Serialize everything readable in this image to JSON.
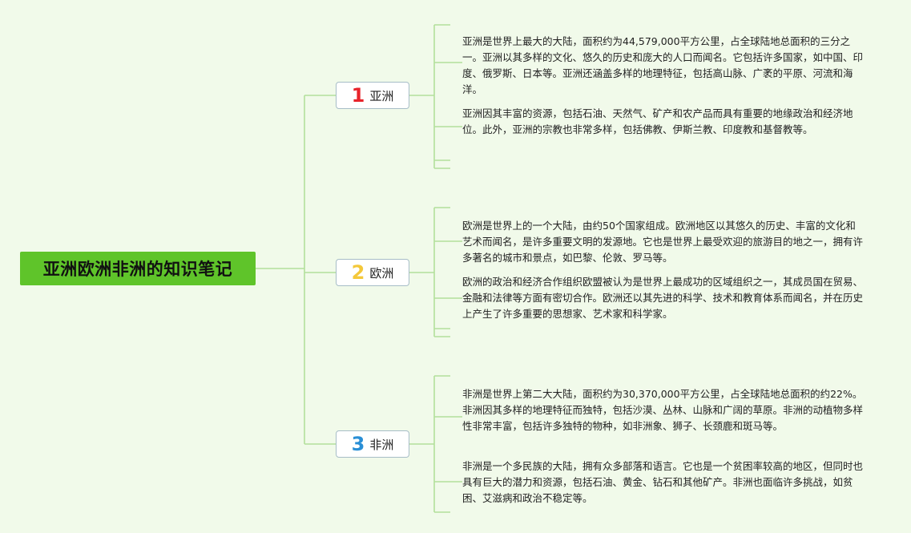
{
  "root": {
    "title": "亚洲欧洲非洲的知识笔记"
  },
  "branches": [
    {
      "number": "1",
      "number_color": "#e8232a",
      "label": "亚洲",
      "paragraphs": [
        "亚洲是世界上最大的大陆，面积约为44,579,000平方公里，占全球陆地总面积的三分之一。亚洲以其多样的文化、悠久的历史和庞大的人口而闻名。它包括许多国家，如中国、印度、俄罗斯、日本等。亚洲还涵盖多样的地理特征，包括高山脉、广袤的平原、河流和海洋。",
        "亚洲因其丰富的资源，包括石油、天然气、矿产和农产品而具有重要的地缘政治和经济地位。此外，亚洲的宗教也非常多样，包括佛教、伊斯兰教、印度教和基督教等。"
      ]
    },
    {
      "number": "2",
      "number_color": "#f4c83a",
      "label": "欧洲",
      "paragraphs": [
        "欧洲是世界上的一个大陆，由约50个国家组成。欧洲地区以其悠久的历史、丰富的文化和艺术而闻名，是许多重要文明的发源地。它也是世界上最受欢迎的旅游目的地之一，拥有许多著名的城市和景点，如巴黎、伦敦、罗马等。",
        "欧洲的政治和经济合作组织欧盟被认为是世界上最成功的区域组织之一，其成员国在贸易、金融和法律等方面有密切合作。欧洲还以其先进的科学、技术和教育体系而闻名，并在历史上产生了许多重要的思想家、艺术家和科学家。"
      ]
    },
    {
      "number": "3",
      "number_color": "#2a8fd6",
      "label": "非洲",
      "paragraphs": [
        "非洲是世界上第二大大陆，面积约为30,370,000平方公里，占全球陆地总面积的约22%。非洲因其多样的地理特征而独特，包括沙漠、丛林、山脉和广阔的草原。非洲的动植物多样性非常丰富，包括许多独特的物种，如非洲象、狮子、长颈鹿和斑马等。",
        "非洲是一个多民族的大陆，拥有众多部落和语言。它也是一个贫困率较高的地区，但同时也具有巨大的潜力和资源，包括石油、黄金、钻石和其他矿产。非洲也面临许多挑战，如贫困、艾滋病和政治不稳定等。"
      ]
    }
  ],
  "colors": {
    "background": "#f1faea",
    "root_fill": "#5fc42a",
    "connector": "#b3e09b",
    "branch_border": "#a7bdc7"
  }
}
